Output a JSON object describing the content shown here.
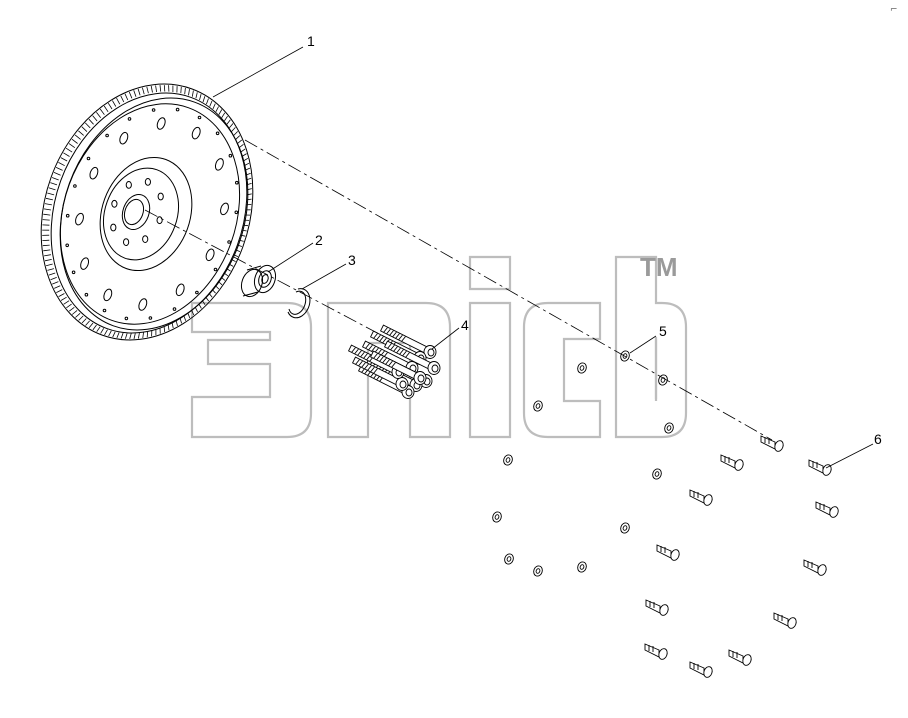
{
  "diagram": {
    "callouts": [
      {
        "label": "1",
        "part": "flywheel-with-ring-gear"
      },
      {
        "label": "2",
        "part": "pilot-bearing"
      },
      {
        "label": "3",
        "part": "retaining-ring"
      },
      {
        "label": "4",
        "part": "flywheel-bolts"
      },
      {
        "label": "5",
        "part": "washer"
      },
      {
        "label": "6",
        "part": "bolt"
      }
    ],
    "watermark": {
      "trademark": "TM",
      "stroke_color": "#bdbdbd"
    },
    "corner_mark": "⌐",
    "colors": {
      "line": "#000000",
      "watermark": "#bdbdbd",
      "background": "#ffffff"
    }
  }
}
